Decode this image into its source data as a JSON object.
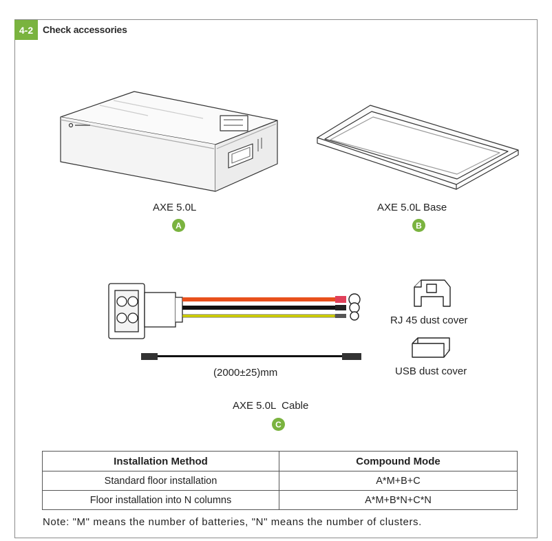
{
  "section": {
    "number": "4-2",
    "title": "Check accessories"
  },
  "items": {
    "a": {
      "label": "AXE 5.0L",
      "badge": "A"
    },
    "b": {
      "label": "AXE 5.0L Base",
      "badge": "B"
    },
    "c": {
      "label": "AXE 5.0L  Cable",
      "badge": "C",
      "cable_length": "(2000±25)mm"
    },
    "rj45": {
      "label": "RJ 45 dust cover"
    },
    "usb": {
      "label": "USB dust cover"
    }
  },
  "table": {
    "headers": [
      "Installation Method",
      "Compound Mode"
    ],
    "rows": [
      [
        "Standard floor installation",
        "A*M+B+C"
      ],
      [
        "Floor installation into N columns",
        "A*M+B*N+C*N"
      ]
    ]
  },
  "note": "Note: \"M\" means the number of batteries, \"N\" means the number of clusters.",
  "colors": {
    "accent": "#7ab33f",
    "cable_red": "#e8501c",
    "cable_black": "#111111",
    "cable_yellow": "#d8d800"
  }
}
